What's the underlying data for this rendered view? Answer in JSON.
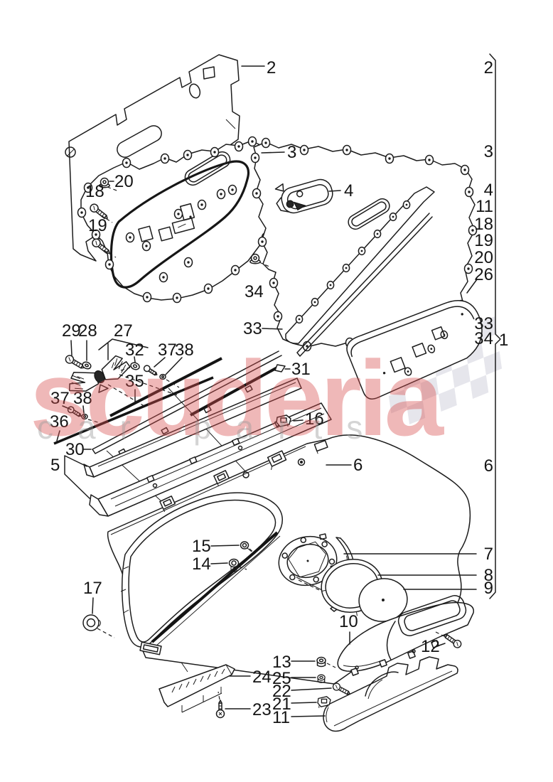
{
  "watermark": {
    "brand": "scuderia",
    "tagline_word1": "car",
    "tagline_word2": "parts",
    "brand_color": "#d94f4f",
    "tagline_color": "#9a9a9a"
  },
  "right_column": {
    "assembly_label": "1",
    "items": [
      "2",
      "3",
      "4",
      "11",
      "18",
      "19",
      "20",
      "26",
      "33",
      "34",
      "6",
      "7",
      "8",
      "9"
    ]
  },
  "callouts": {
    "c2": "2",
    "c3": "3",
    "c4": "4",
    "c18": "18",
    "c19": "19",
    "c20": "20",
    "c33": "33",
    "c34": "34",
    "c27": "27",
    "c28": "28",
    "c29": "29",
    "c31": "31",
    "c32": "32",
    "c35": "35",
    "c36": "36",
    "c37a": "37",
    "c38a": "38",
    "c37b": "37",
    "c38b": "38",
    "c30": "30",
    "c5": "5",
    "c6": "6",
    "c16": "16",
    "c15": "15",
    "c14": "14",
    "c17": "17",
    "c10": "10",
    "c12": "12",
    "c13": "13",
    "c25": "25",
    "c22": "22",
    "c21": "21",
    "c11": "11",
    "c24": "24",
    "c23": "23"
  }
}
